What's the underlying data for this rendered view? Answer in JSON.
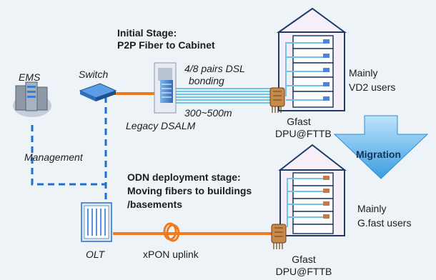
{
  "initial_stage": {
    "line1": "Initial Stage:",
    "line2": "P2P Fiber to Cabinet"
  },
  "dsl_pairs": {
    "line1": "4/8 pairs DSL",
    "line2": "bonding"
  },
  "distance": "300~500m",
  "legacy_dslam": "Legacy  DSALM",
  "ems": "EMS",
  "switch": "Switch",
  "management": "Management",
  "gfast_top": {
    "line1": "Gfast",
    "line2": "DPU@FTTB"
  },
  "users_top": {
    "line1": "Mainly",
    "line2": "VD2 users"
  },
  "migration": "Migration",
  "odn_stage": {
    "line1": "ODN deployment stage:",
    "line2": "Moving fibers to buildings",
    "line3": "/basements"
  },
  "olt": "OLT",
  "xpon": "xPON uplink",
  "gfast_bottom": {
    "line1": "Gfast",
    "line2": "DPU@FTTB"
  },
  "users_bottom": {
    "line1": "Mainly",
    "line2": "G.fast users"
  },
  "colors": {
    "fiber": "#f07a1c",
    "dsl": "#6cc6e8",
    "management": "#1f6fd1",
    "migration": "#2e8fd3",
    "building_outline": "#1e3d66"
  }
}
